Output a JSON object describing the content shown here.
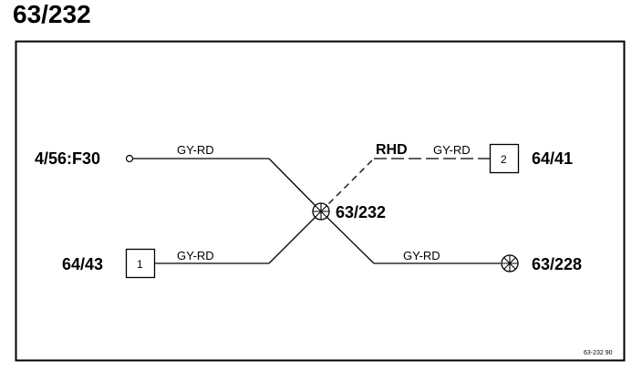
{
  "page": {
    "title": "63/232"
  },
  "terminals": {
    "fuse": "4/56:F30",
    "conn_left": "64/43",
    "conn_right": "64/41",
    "splice_center": "63/232",
    "splice_right": "63/228"
  },
  "wires": {
    "top_left": "GY-RD",
    "bottom_left": "GY-RD",
    "top_right": "GY-RD",
    "bottom_right": "GY-RD"
  },
  "option_label": "RHD",
  "boxes": {
    "left": "1",
    "right": "2"
  },
  "ref_code": "63-232  90"
}
